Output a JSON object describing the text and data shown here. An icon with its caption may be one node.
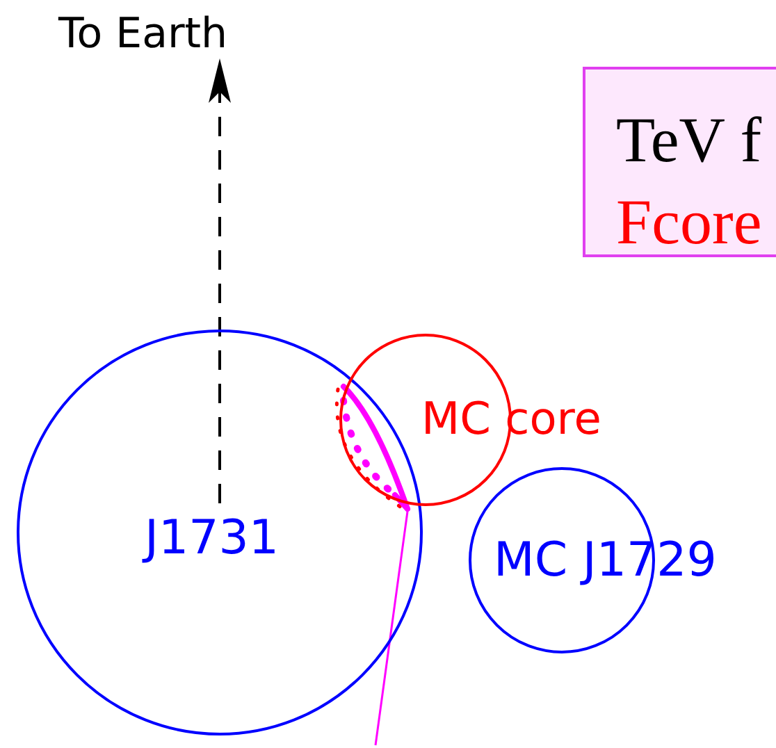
{
  "diagram": {
    "nodes": [
      {
        "text": [
          "TeV f",
          "Fcore"
        ]
      },
      {
        "text": [
          "J1731"
        ]
      },
      {
        "text": [
          "MC core"
        ]
      },
      {
        "text": [
          "MC J1729"
        ]
      }
    ],
    "labels": [
      "To Earth"
    ]
  }
}
